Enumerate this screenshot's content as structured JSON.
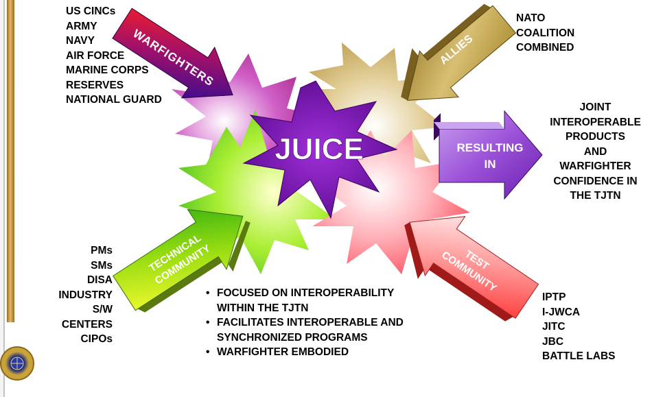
{
  "warfighters": {
    "arrow_label": "WARFIGHTERS",
    "items": [
      "US CINCs",
      "ARMY",
      "NAVY",
      "AIR FORCE",
      "MARINE CORPS",
      "RESERVES",
      "NATIONAL GUARD"
    ]
  },
  "allies": {
    "arrow_label": "ALLIES",
    "items": [
      "NATO",
      "COALITION",
      "COMBINED"
    ]
  },
  "center": {
    "label": "JUICE"
  },
  "result": {
    "arrow_label_1": "RESULTING",
    "arrow_label_2": "IN",
    "items": [
      "JOINT",
      "INTEROPERABLE",
      "PRODUCTS",
      "AND",
      "WARFIGHTER",
      "CONFIDENCE IN",
      "THE TJTN"
    ]
  },
  "technical": {
    "arrow_label_1": "TECHNICAL",
    "arrow_label_2": "COMMUNITY",
    "items": [
      "PMs",
      "SMs",
      "DISA",
      "INDUSTRY",
      "S/W",
      "CENTERS",
      "CIPOs"
    ]
  },
  "test": {
    "arrow_label_1": "TEST",
    "arrow_label_2": "COMMUNITY",
    "items": [
      "IPTP",
      "I-JWCA",
      "JITC",
      "JBC",
      "BATTLE LABS"
    ]
  },
  "bullets": [
    {
      "line1": "FOCUSED ON INTEROPERABILITY",
      "line2": "WITHIN THE TJTN"
    },
    {
      "line1": "FACILITATES INTEROPERABLE AND",
      "line2": "SYNCHRONIZED PROGRAMS"
    },
    {
      "line1": "WARFIGHTER EMBODIED",
      "line2": ""
    }
  ],
  "colors": {
    "warfighters_red": "#ff1a1a",
    "warfighters_blue": "#1a0fa0",
    "allies_tan": "#c8a84a",
    "juice_purple": "#8a1ab8",
    "result_violet": "#9a55d8",
    "technical_green": "#66cc11",
    "test_red": "#ff3a3a",
    "sidebar_gold": "#c8943a"
  }
}
